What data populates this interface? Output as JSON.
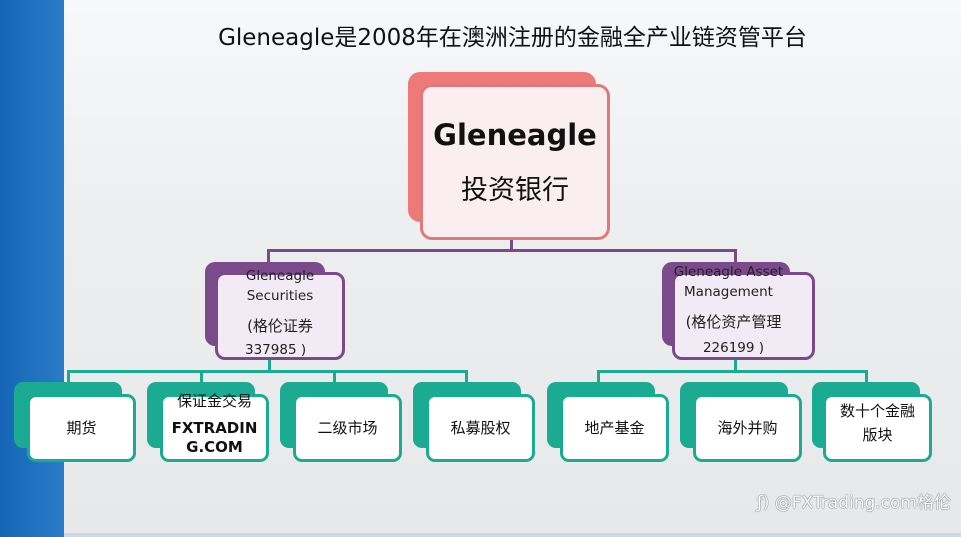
{
  "title": "Gleneagle是2008年在澳洲注册的金融全产业链资管平台",
  "root": {
    "name": "Gleneagle",
    "subtitle": "投资银行"
  },
  "branches": [
    {
      "line1": "Gleneagle",
      "line2": "Securities",
      "line3": "(格伦证券",
      "line4": "337985 )"
    },
    {
      "line1": "Gleneagle Asset",
      "line2": "Management",
      "line3": "(格伦资产管理",
      "line4": "226199 )"
    }
  ],
  "leaves": [
    {
      "label": "期货"
    },
    {
      "label": "保证金交易",
      "label2": "FXTRADIN",
      "label3": "G.COM"
    },
    {
      "label": "二级市场"
    },
    {
      "label": "私募股权"
    },
    {
      "label": "地产基金"
    },
    {
      "label": "海外并购"
    },
    {
      "label": "数十个金融",
      "label2": "版块"
    }
  ],
  "watermark": "@FXTrading.com格伦",
  "colors": {
    "root": "#ee7a78",
    "branch": "#7a4a8a",
    "leaf": "#1aab92",
    "sidebar": "#1465b5"
  }
}
